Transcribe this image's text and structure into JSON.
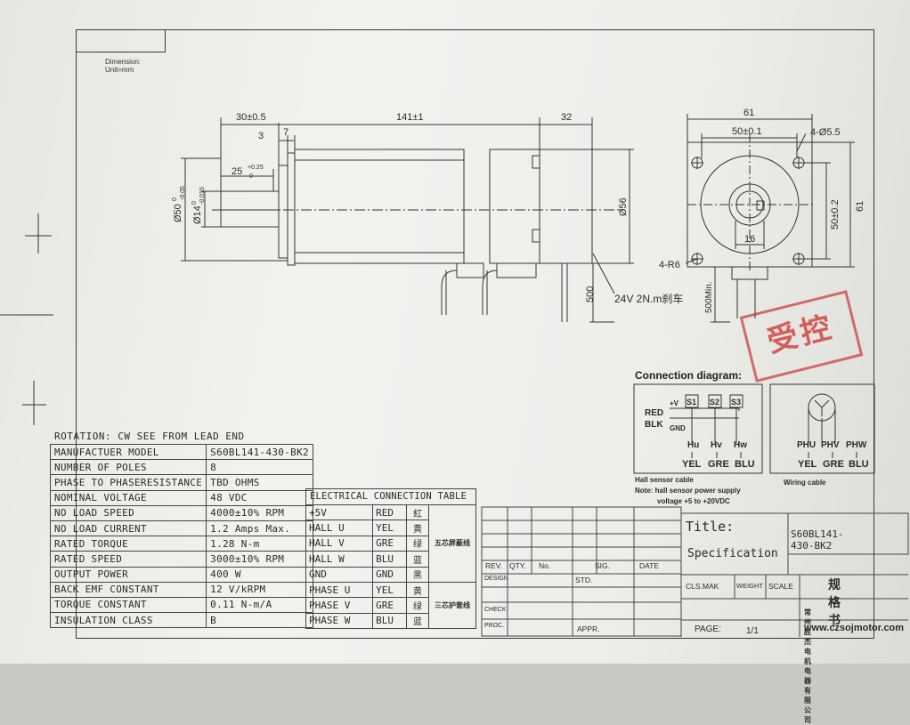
{
  "dimension": {
    "line1": "Dimension:",
    "line2": "Unit=mm"
  },
  "side_view": {
    "dim_30": "30±0.5",
    "dim_141": "141±1",
    "dim_32": "32",
    "dim_3": "3",
    "dim_7": "7",
    "dim_25": "25",
    "dim_25_tol": "+0.25",
    "dim_25_tol2": "0",
    "dia_50": "Ø50",
    "dia_50_tol": "-0.05",
    "dia_50_tol0": "0",
    "dia_14": "Ø14",
    "dia_14_tol": "-0.015",
    "dia_14_tol0": "0",
    "dia_56": "Ø56",
    "lead_500": "500",
    "brake_note": "24V  2N.m刹车"
  },
  "front_view": {
    "dim_61_top": "61",
    "dim_50": "50±0.1",
    "holes": "4-Ø5.5",
    "dim_50_side": "50±0.2",
    "dim_61_side": "61",
    "dim_16": "16",
    "radius": "4-R6",
    "lead_500min": "500Min."
  },
  "stamp_text": "受控",
  "connection": {
    "title": "Connection diagram:",
    "plus_v": "+V",
    "red": "RED",
    "blk": "BLK",
    "gnd": "GND",
    "s1": "S1",
    "s2": "S2",
    "s3": "S3",
    "hu": "Hu",
    "hv": "Hv",
    "hw": "Hw",
    "yel": "YEL",
    "gre": "GRE",
    "blu": "BLU",
    "hall_cable": "Hall sensor cable",
    "note1": "Note: hall sensor power supply",
    "note2": "voltage +5 to +20VDC",
    "phu": "PHU",
    "phv": "PHV",
    "phw": "PHW",
    "wiring_cable": "Wiring cable"
  },
  "spec": {
    "header": "ROTATION: CW SEE FROM LEAD END",
    "rows": [
      {
        "k": "MANUFACTUER MODEL",
        "v": "S60BL141-430-BK2"
      },
      {
        "k": "NUMBER OF POLES",
        "v": "8"
      },
      {
        "k": "PHASE TO PHASERESISTANCE",
        "v": "TBD OHMS"
      },
      {
        "k": "NOMINAL VOLTAGE",
        "v": "48 VDC"
      },
      {
        "k": "NO LOAD SPEED",
        "v": "4000±10% RPM"
      },
      {
        "k": "NO LOAD CURRENT",
        "v": "1.2 Amps Max."
      },
      {
        "k": "RATED TORQUE",
        "v": "1.28 N-m"
      },
      {
        "k": "RATED SPEED",
        "v": "3000±10% RPM"
      },
      {
        "k": "OUTPUT POWER",
        "v": "400 W"
      },
      {
        "k": "BACK EMF CONSTANT",
        "v": "12 V/kRPM"
      },
      {
        "k": "TORQUE CONSTANT",
        "v": "0.11 N-m/A"
      },
      {
        "k": "INSULATION CLASS",
        "v": "B"
      }
    ]
  },
  "electrical": {
    "header": "ELECTRICAL CONNECTION TABLE",
    "rows": [
      {
        "a": "+5V",
        "b": "RED",
        "c": "紅"
      },
      {
        "a": "HALL U",
        "b": "YEL",
        "c": "黄"
      },
      {
        "a": "HALL V",
        "b": "GRE",
        "c": "绿"
      },
      {
        "a": "HALL W",
        "b": "BLU",
        "c": "蓝"
      },
      {
        "a": "GND",
        "b": "GND",
        "c": "黑"
      },
      {
        "a": "PHASE U",
        "b": "YEL",
        "c": "黄"
      },
      {
        "a": "PHASE V",
        "b": "GRE",
        "c": "绿"
      },
      {
        "a": "PHASE W",
        "b": "BLU",
        "c": "蓝"
      }
    ],
    "group1": "五芯屏蔽线",
    "group2": "三芯护套线"
  },
  "title_block": {
    "rev": "REV.",
    "qty": "QTY.",
    "no": "No.",
    "sig": "SIG.",
    "date": "DATE",
    "design": "DESIGN",
    "std": "STD.",
    "check": "CHECK",
    "proc": "PROC.",
    "appr": "APPR.",
    "title_label": "Title:",
    "title_value": "Specification",
    "model": "S60BL141-430-BK2",
    "cls_mak": "CLS.MAK",
    "weight": "WEIGHT",
    "scale": "SCALE",
    "spec_cn": "规 格 书",
    "page_label": "PAGE:",
    "page_value": "1/1",
    "company": "常州胜杰电机电器有限公司",
    "website": "www.czsojmotor.com"
  }
}
